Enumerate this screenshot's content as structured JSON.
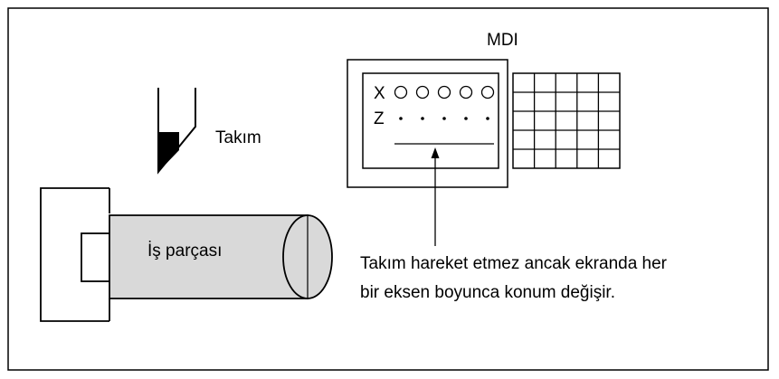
{
  "mdi": {
    "title": "MDI",
    "axes": [
      {
        "label": "X",
        "marker": "circle",
        "count": 5
      },
      {
        "label": "Z",
        "marker": "dot",
        "count": 5
      }
    ],
    "keypad": {
      "rows": 5,
      "cols": 5
    }
  },
  "tool": {
    "label": "Takım"
  },
  "workpiece": {
    "label": "İş parçası"
  },
  "note": {
    "line1": "Takım hareket etmez ancak ekranda her",
    "line2": "bir eksen boyunca konum değişir."
  }
}
